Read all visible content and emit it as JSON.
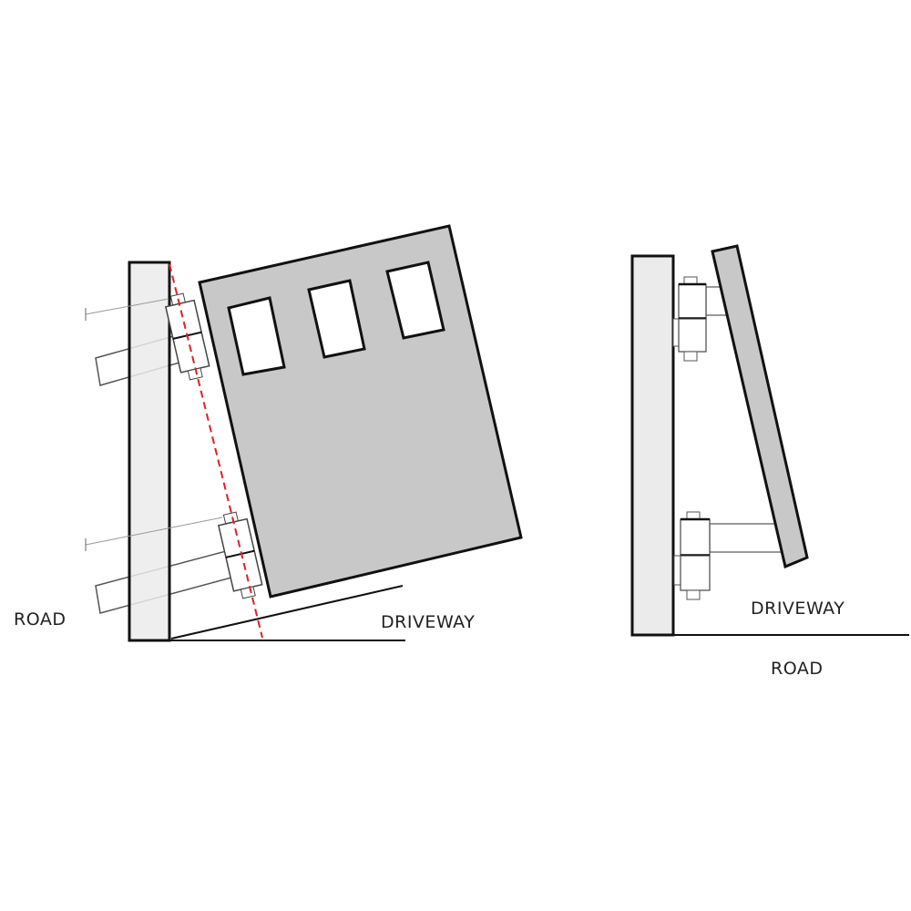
{
  "left_diagram": {
    "road_label": "ROAD",
    "driveway_label": "DRIVEWAY"
  },
  "right_diagram": {
    "driveway_label": "DRIVEWAY",
    "road_label": "ROAD"
  },
  "colors": {
    "post_fill": "#ebebeb",
    "gate_fill": "#c8c8c8",
    "outline": "#111111",
    "axis_line": "#e02020"
  }
}
